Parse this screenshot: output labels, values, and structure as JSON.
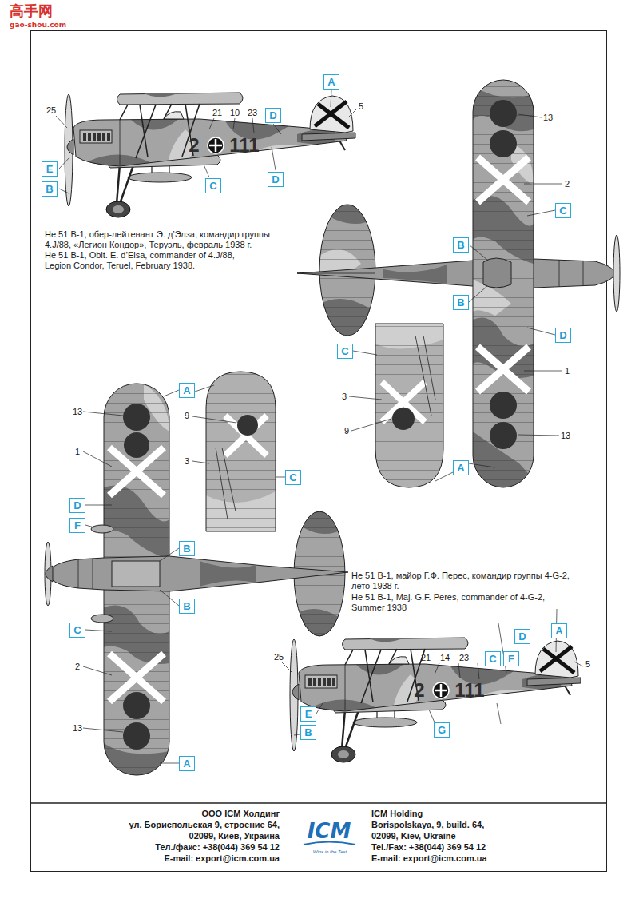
{
  "diagram": {
    "nodes": [
      {
        "text": [
          "A"
        ]
      },
      {
        "text": [
          "D"
        ]
      },
      {
        "text": [
          "E"
        ]
      },
      {
        "text": [
          "C"
        ]
      },
      {
        "text": [
          "D"
        ]
      },
      {
        "text": [
          "B"
        ]
      },
      {
        "text": [
          "C"
        ]
      },
      {
        "text": [
          "B"
        ]
      },
      {
        "text": [
          "B"
        ]
      },
      {
        "text": [
          "D"
        ]
      },
      {
        "text": [
          "C"
        ]
      },
      {
        "text": [
          "A"
        ]
      },
      {
        "text": [
          "A"
        ]
      },
      {
        "text": [
          "C"
        ]
      },
      {
        "text": [
          "D"
        ]
      },
      {
        "text": [
          "F"
        ]
      },
      {
        "text": [
          "B"
        ]
      },
      {
        "text": [
          "B"
        ]
      },
      {
        "text": [
          "C"
        ]
      },
      {
        "text": [
          "A"
        ]
      },
      {
        "text": [
          "D"
        ]
      },
      {
        "text": [
          "A"
        ]
      },
      {
        "text": [
          "C"
        ]
      },
      {
        "text": [
          "F"
        ]
      },
      {
        "text": [
          "E"
        ]
      },
      {
        "text": [
          "B"
        ]
      },
      {
        "text": [
          "G"
        ]
      }
    ],
    "labels": [
      "高手网",
      "gao-shou.com",
      "25",
      "21",
      "10",
      "23",
      "5",
      "2",
      "111",
      "13",
      "2",
      "1",
      "13",
      "3",
      "9",
      "He 51 B-1, обер-лейтенант Э. д’Элза, командир группы",
      "4.J/88, «Легион Кондор», Теруэль, февраль 1938 г.",
      "He 51 B-1, Oblt. E. d’Elsa, commander of 4.J/88,",
      "Legion Condor, Teruel, February 1938.",
      "13",
      "9",
      "1",
      "3",
      "2",
      "13",
      "He 51 B-1, майор Г.Ф. Перес, командир группы 4-G-2,",
      "лето 1938 г.",
      "He 51 B-1, Maj. G.F. Peres, commander of 4-G-2,",
      "Summer 1938",
      "25",
      "21",
      "14",
      "23",
      "5",
      "2",
      "111",
      "ООО ICM Холдинг",
      "ул. Бориспольская 9, строение 64,",
      "02099, Киев, Украина",
      "Тел./факс: +38(044) 369 54 12",
      "E-mail: export@icm.com.ua",
      "ICM Holding",
      "Borispolskaya, 9, build. 64,",
      "02099, Kiev, Ukraine",
      "Tel./Fax: +38(044) 369 54 12",
      "E-mail: export@icm.com.ua",
      "ICM",
      "Wins in the Test"
    ]
  }
}
